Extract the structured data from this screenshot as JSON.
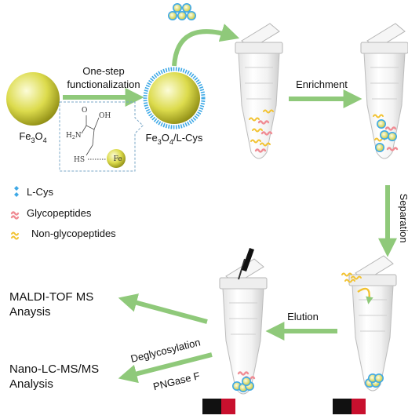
{
  "particle": {
    "core_label": "Fe",
    "core_sub": "3",
    "core_label_tail": "O",
    "core_sub2": "4",
    "functionalized_tail": "/L-Cys"
  },
  "steps": {
    "one_step_line1": "One-step",
    "one_step_line2": "functionalization",
    "enrichment": "Enrichment",
    "separation": "Separation",
    "elution": "Elution",
    "deglycosylation": "Deglycosylation",
    "pngase": "PNGase F"
  },
  "structure": {
    "oh": "OH",
    "o": "O",
    "h2n": "H",
    "h2n_sub": "2",
    "h2n_tail": "N",
    "hs": "HS",
    "fe": "Fe"
  },
  "legend": {
    "items": [
      {
        "label": "L-Cys",
        "icon": "l-cys-icon"
      },
      {
        "label": "Glycopeptides",
        "icon": "glycopeptide-icon"
      },
      {
        "label": "Non-glycopeptides",
        "icon": "non-glycopeptide-icon"
      }
    ]
  },
  "outputs": {
    "maldi_line1": "MALDI-TOF MS",
    "maldi_line2": "Anaysis",
    "nano_line1": "Nano-LC-MS/MS",
    "nano_line2": "Analysis"
  },
  "colors": {
    "arrow": "#8fc97a",
    "sphere_light": "#fbfbd0",
    "sphere_mid": "#d9d84a",
    "sphere_dark": "#8a8a10",
    "l_cys": "#3fa9e6",
    "glyco": "#f08c94",
    "non_glyco": "#f2c230",
    "magnet_red": "#c8102e"
  }
}
